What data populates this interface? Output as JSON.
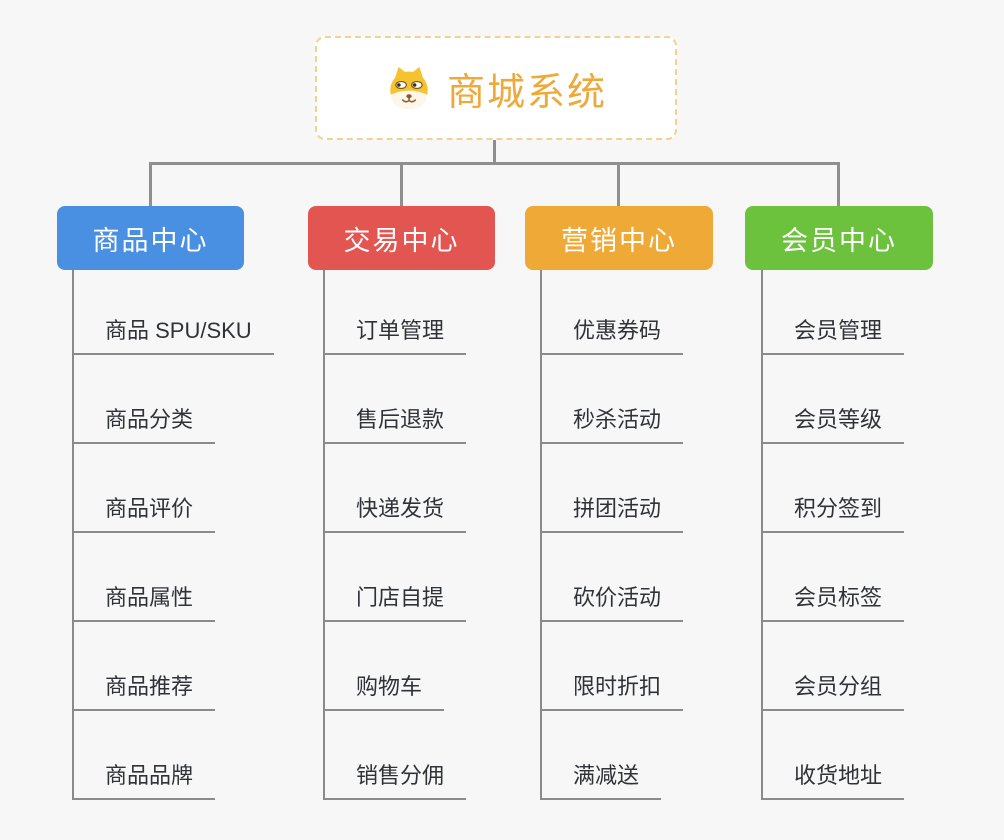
{
  "root": {
    "title": "商城系统",
    "title_color": "#EFA939",
    "icon": "dog-face-icon",
    "border_color": "#F5D18F",
    "background": "#FFFFFF"
  },
  "canvas": {
    "background": "#F7F7F7",
    "connector_color": "#8F8F8F",
    "leaf_line_color": "#8A8A8A",
    "leaf_text_color": "#2F3338"
  },
  "branches": [
    {
      "label": "商品中心",
      "color": "#4A90E2",
      "items": [
        "商品 SPU/SKU",
        "商品分类",
        "商品评价",
        "商品属性",
        "商品推荐",
        "商品品牌"
      ]
    },
    {
      "label": "交易中心",
      "color": "#E25551",
      "items": [
        "订单管理",
        "售后退款",
        "快递发货",
        "门店自提",
        "购物车",
        "销售分佣"
      ]
    },
    {
      "label": "营销中心",
      "color": "#EFA937",
      "items": [
        "优惠券码",
        "秒杀活动",
        "拼团活动",
        "砍价活动",
        "限时折扣",
        "满减送"
      ]
    },
    {
      "label": "会员中心",
      "color": "#6CC13D",
      "items": [
        "会员管理",
        "会员等级",
        "积分签到",
        "会员标签",
        "会员分组",
        "收货地址"
      ]
    }
  ]
}
